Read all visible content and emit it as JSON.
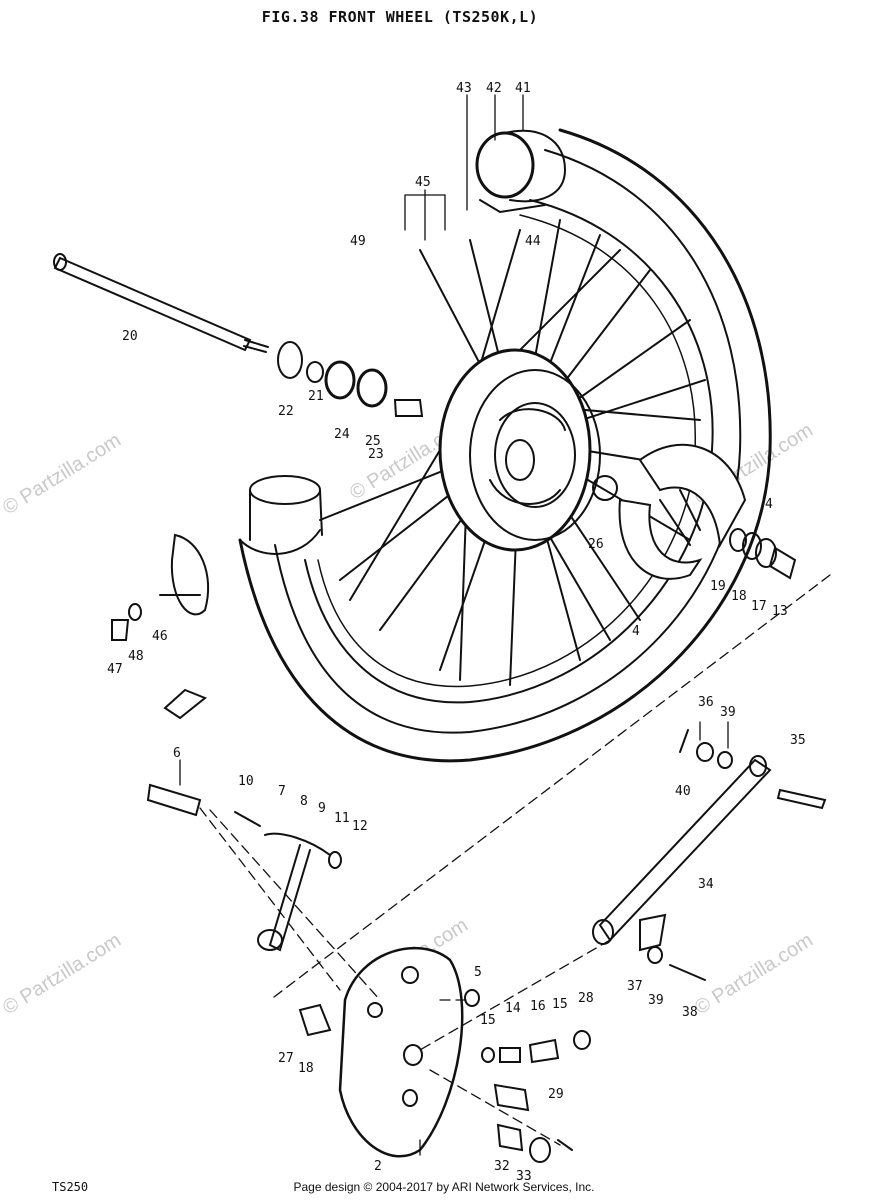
{
  "title": "FIG.38  FRONT WHEEL (TS250K,L)",
  "model_code": "TS250",
  "footer": "Page design © 2004-2017 by ARI Network Services, Inc.",
  "watermark": "© Partzilla.com",
  "parts": [
    {
      "id": "p43",
      "label": "43"
    },
    {
      "id": "p42",
      "label": "42"
    },
    {
      "id": "p41",
      "label": "41"
    },
    {
      "id": "p45",
      "label": "45"
    },
    {
      "id": "p44",
      "label": "44"
    },
    {
      "id": "p49",
      "label": "49"
    },
    {
      "id": "p20",
      "label": "20"
    },
    {
      "id": "p22",
      "label": "22"
    },
    {
      "id": "p21",
      "label": "21"
    },
    {
      "id": "p24",
      "label": "24"
    },
    {
      "id": "p25",
      "label": "25"
    },
    {
      "id": "p23",
      "label": "23"
    },
    {
      "id": "p26",
      "label": "26"
    },
    {
      "id": "p4a",
      "label": "4"
    },
    {
      "id": "p4b",
      "label": "4"
    },
    {
      "id": "p19",
      "label": "19"
    },
    {
      "id": "p18a",
      "label": "18"
    },
    {
      "id": "p17",
      "label": "17"
    },
    {
      "id": "p13",
      "label": "13"
    },
    {
      "id": "p46",
      "label": "46"
    },
    {
      "id": "p47",
      "label": "47"
    },
    {
      "id": "p48",
      "label": "48"
    },
    {
      "id": "p6",
      "label": "6"
    },
    {
      "id": "p10",
      "label": "10"
    },
    {
      "id": "p7",
      "label": "7"
    },
    {
      "id": "p8",
      "label": "8"
    },
    {
      "id": "p9",
      "label": "9"
    },
    {
      "id": "p11",
      "label": "11"
    },
    {
      "id": "p12",
      "label": "12"
    },
    {
      "id": "p36",
      "label": "36"
    },
    {
      "id": "p39a",
      "label": "39"
    },
    {
      "id": "p40",
      "label": "40"
    },
    {
      "id": "p35",
      "label": "35"
    },
    {
      "id": "p34",
      "label": "34"
    },
    {
      "id": "p37",
      "label": "37"
    },
    {
      "id": "p39b",
      "label": "39"
    },
    {
      "id": "p38",
      "label": "38"
    },
    {
      "id": "p5",
      "label": "5"
    },
    {
      "id": "p28",
      "label": "28"
    },
    {
      "id": "p15a",
      "label": "15"
    },
    {
      "id": "p14",
      "label": "14"
    },
    {
      "id": "p16",
      "label": "16"
    },
    {
      "id": "p15b",
      "label": "15"
    },
    {
      "id": "p27",
      "label": "27"
    },
    {
      "id": "p18b",
      "label": "18"
    },
    {
      "id": "p29",
      "label": "29"
    },
    {
      "id": "p2",
      "label": "2"
    },
    {
      "id": "p32",
      "label": "32"
    },
    {
      "id": "p33",
      "label": "33"
    }
  ]
}
